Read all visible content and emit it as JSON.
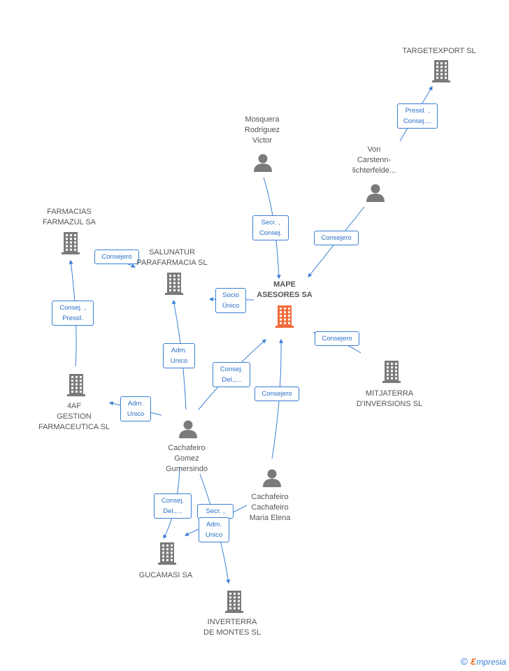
{
  "nodes": [
    {
      "id": "mape",
      "type": "company",
      "main": true,
      "label": "MAPE\nASESORES SA"
    },
    {
      "id": "targetexport",
      "type": "company",
      "label": "TARGETEXPORT SL"
    },
    {
      "id": "mosquera",
      "type": "person",
      "label": "Mosquera\nRodriguez\nVictor"
    },
    {
      "id": "von",
      "type": "person",
      "label": "Von\nCarstenn-\nlichterfelde..."
    },
    {
      "id": "farmacias",
      "type": "company",
      "label": "FARMACIAS\nFARMAZUL SA"
    },
    {
      "id": "salunatur",
      "type": "company",
      "label": "SALUNATUR\nPARAFARMACIA SL"
    },
    {
      "id": "mitjaterra",
      "type": "company",
      "label": "MITJATERRA\nD'INVERSIONS SL"
    },
    {
      "id": "4af",
      "type": "company",
      "label": "4AF\nGESTION\nFARMACEUTICA SL"
    },
    {
      "id": "cachafeiro_g",
      "type": "person",
      "label": "Cachafeiro\nGomez\nGumersindo"
    },
    {
      "id": "cachafeiro_m",
      "type": "person",
      "label": "Cachafeiro\nCachafeiro\nMaria Elena"
    },
    {
      "id": "gucamasi",
      "type": "company",
      "label": "GUCAMASI SA"
    },
    {
      "id": "inverterra",
      "type": "company",
      "label": "INVERTERRA\nDE MONTES SL"
    }
  ],
  "edges": [
    {
      "from": "von",
      "to": "targetexport",
      "label": "Presid. ,\nConsej...."
    },
    {
      "from": "mosquera",
      "to": "mape",
      "label": "Secr. ,\nConsej."
    },
    {
      "from": "von",
      "to": "mape",
      "label": "Consejero"
    },
    {
      "from": "4af",
      "to": "farmacias",
      "label": "Consej. ,\nPresid."
    },
    {
      "from": "farmacias",
      "to": "salunatur",
      "label": "Consejero"
    },
    {
      "from": "mape",
      "to": "salunatur",
      "label": "Socio\nÚnico"
    },
    {
      "from": "mitjaterra",
      "to": "mape",
      "label": "Consejero"
    },
    {
      "from": "cachafeiro_g",
      "to": "salunatur",
      "label": "Adm.\nUnico"
    },
    {
      "from": "cachafeiro_g",
      "to": "mape",
      "label": "Consej.\nDel.,..."
    },
    {
      "from": "cachafeiro_m",
      "to": "mape",
      "label": "Consejero"
    },
    {
      "from": "cachafeiro_g",
      "to": "4af",
      "label": "Adm.\nUnico"
    },
    {
      "from": "cachafeiro_g",
      "to": "gucamasi",
      "label": "Consej.\nDel.,..."
    },
    {
      "from": "cachafeiro_m",
      "to": "gucamasi",
      "label": "Secr. ,"
    },
    {
      "from": "cachafeiro_g",
      "to": "inverterra",
      "label": "Adm.\nUnico"
    }
  ],
  "footer": {
    "copyright": "©",
    "brand_e": "ℇ",
    "brand_rest": "mpresia"
  },
  "colors": {
    "main_company": "#f26b3a",
    "company": "#7a7a7a",
    "person": "#7a7a7a",
    "edge": "#3a7fd5"
  }
}
